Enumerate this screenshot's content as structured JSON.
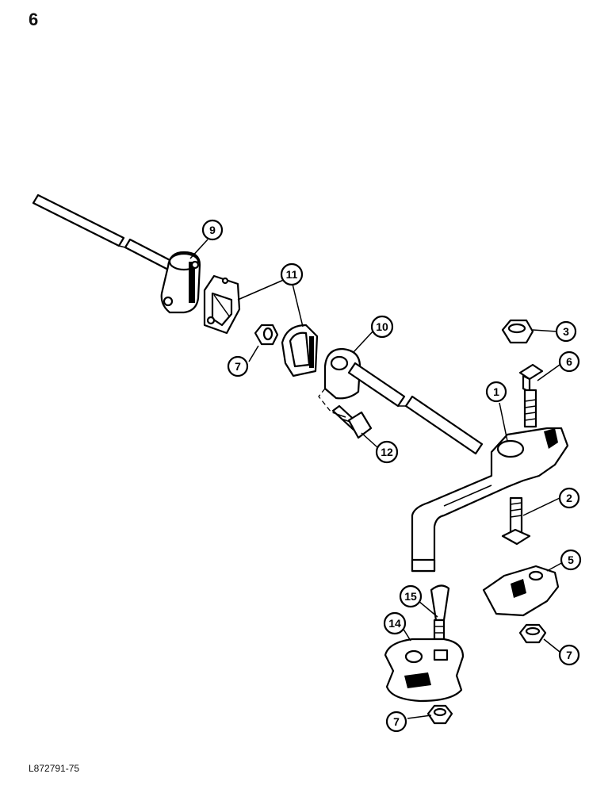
{
  "page_number": "6",
  "figure_code": "L872791-75",
  "callouts": [
    {
      "id": "c9",
      "label": "9"
    },
    {
      "id": "c11",
      "label": "11"
    },
    {
      "id": "c7a",
      "label": "7"
    },
    {
      "id": "c10",
      "label": "10"
    },
    {
      "id": "c3",
      "label": "3"
    },
    {
      "id": "c6",
      "label": "6"
    },
    {
      "id": "c1",
      "label": "1"
    },
    {
      "id": "c12",
      "label": "12"
    },
    {
      "id": "c2",
      "label": "2"
    },
    {
      "id": "c5",
      "label": "5"
    },
    {
      "id": "c15",
      "label": "15"
    },
    {
      "id": "c14",
      "label": "14"
    },
    {
      "id": "c7b",
      "label": "7"
    },
    {
      "id": "c7c",
      "label": "7"
    }
  ]
}
